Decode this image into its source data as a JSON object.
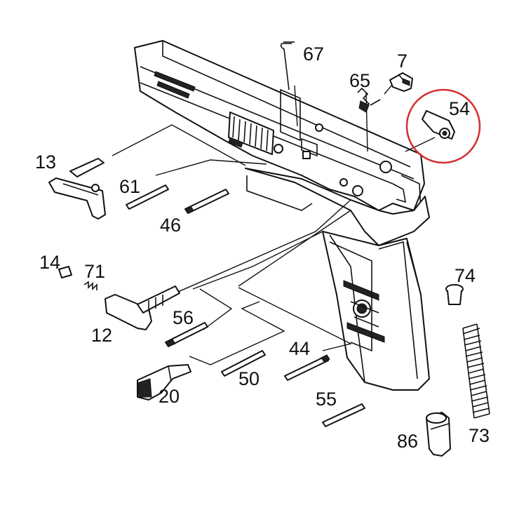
{
  "diagram": {
    "highlight_color": "#d32f2f",
    "highlighted_part": "54",
    "labels": {
      "p67": "67",
      "p7": "7",
      "p65": "65",
      "p54": "54",
      "p13": "13",
      "p61": "61",
      "p46": "46",
      "p14": "14",
      "p71": "71",
      "p12": "12",
      "p74": "74",
      "p56": "56",
      "p44": "44",
      "p50": "50",
      "p20": "20",
      "p55": "55",
      "p86": "86",
      "p73": "73"
    }
  }
}
